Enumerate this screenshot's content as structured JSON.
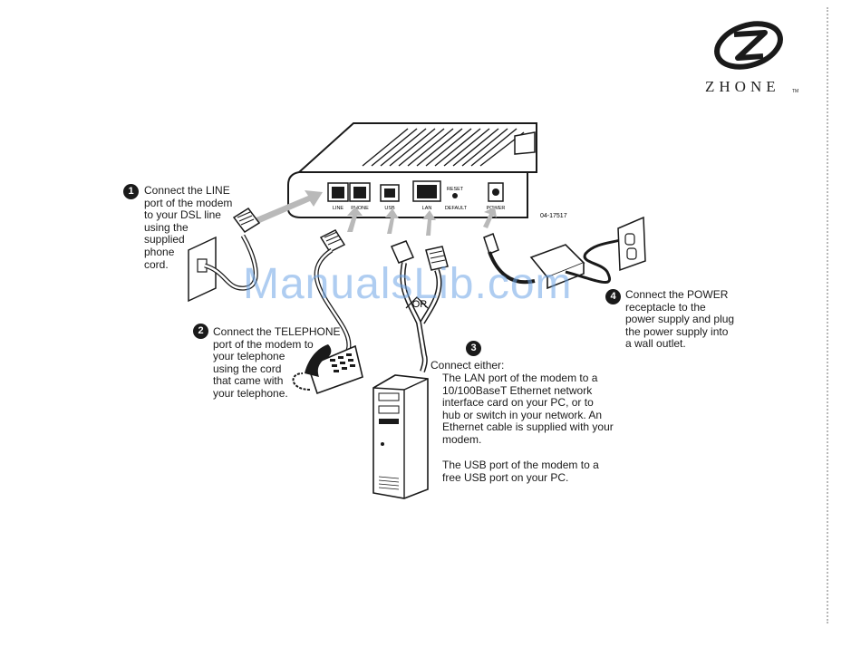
{
  "brand": {
    "name": "ZHONE",
    "tm": "TM"
  },
  "figure_id": "04-17517",
  "ports": {
    "line": "LINE",
    "phone": "PHONE",
    "usb": "USB",
    "lan": "LAN",
    "reset": "RESET",
    "default": "DEFAULT",
    "power": "POWER"
  },
  "or_label": "OR",
  "watermark": "ManualsLib.com",
  "steps": [
    {
      "number": "1",
      "text": "Connect the LINE\nport of the modem\nto your DSL line\nusing the\nsupplied\nphone\ncord."
    },
    {
      "number": "2",
      "text": "Connect the TELEPHONE\nport of the modem to\nyour telephone\nusing the cord\nthat came with\nyour telephone."
    },
    {
      "number": "3",
      "heading": "Connect either:",
      "text_lan": "The LAN port of the modem to a\n10/100BaseT Ethernet network\ninterface card on your PC, or to\nhub or switch in your network. An\nEthernet cable is supplied with your\nmodem.",
      "text_usb": "The USB port of the modem to a\nfree USB port on your PC."
    },
    {
      "number": "4",
      "text": "Connect the POWER\nreceptacle to the\npower supply and plug\nthe power supply into\na wall outlet."
    }
  ]
}
